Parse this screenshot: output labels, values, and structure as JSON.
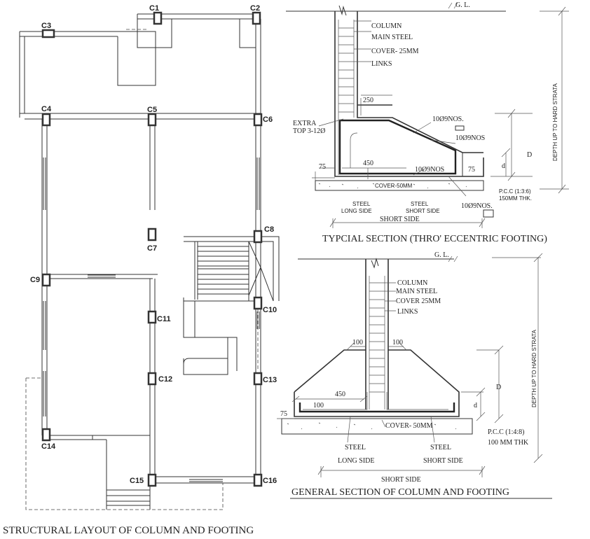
{
  "plan": {
    "title": "STRUCTURAL LAYOUT OF COLUMN AND FOOTING",
    "columns": {
      "c1": "C1",
      "c2": "C2",
      "c3": "C3",
      "c4": "C4",
      "c5": "C5",
      "c6": "C6",
      "c7": "C7",
      "c8": "C8",
      "c9": "C9",
      "c10": "C10",
      "c11": "C11",
      "c12": "C12",
      "c13": "C13",
      "c14": "C14",
      "c15": "C15",
      "c16": "C16"
    }
  },
  "eccentric": {
    "title": "TYPCIAL SECTION (THRO' ECCENTRIC FOOTING)",
    "gl": "G. L.",
    "column": "COLUMN",
    "main_steel": "MAIN STEEL",
    "cover": "COVER- 25MM",
    "links": "LINKS",
    "dim_250": "250",
    "extra_1": "EXTRA",
    "extra_2": "TOP 3-12Ø",
    "bars_1": "10Ø9NOS.",
    "bars_2": "10Ø9NOS",
    "bars_3": "10Ø9NOS",
    "bars_4": "10Ø9NOS.",
    "dim_450": "450",
    "dim_75a": "75",
    "dim_75b": "75",
    "cover_50": "COVER-50MM",
    "d_big": "D",
    "d_small": "d",
    "depth": "DEPTH UP TO HARD STRATA",
    "pcc_1": "P.C.C (1:3:6)",
    "pcc_2": "150MM THK.",
    "steel_long_1": "STEEL",
    "steel_long_2": "LONG SIDE",
    "steel_short_1": "STEEL",
    "steel_short_2": "SHORT SIDE",
    "short_side": "SHORT SIDE"
  },
  "general": {
    "title": "GENERAL SECTION OF COLUMN AND FOOTING",
    "gl": "G. L.",
    "column": "COLUMN",
    "main_steel": "MAIN STEEL",
    "cover": "COVER 25MM",
    "links": "LINKS",
    "dim_100a": "100",
    "dim_100b": "100",
    "dim_450": "450",
    "dim_100c": "100",
    "dim_75": "75",
    "d_big": "D",
    "d_small": "d",
    "cover_50": "COVER- 50MM",
    "depth": "DEPTH UP TO HARD STRATA",
    "pcc_1": "P.C.C (1:4:8)",
    "pcc_2": "100 MM THK",
    "steel_1": "STEEL",
    "long_side": "LONG SIDE",
    "steel_2": "STEEL",
    "short_side_2": "SHORT SIDE",
    "short_side": "SHORT SIDE"
  }
}
